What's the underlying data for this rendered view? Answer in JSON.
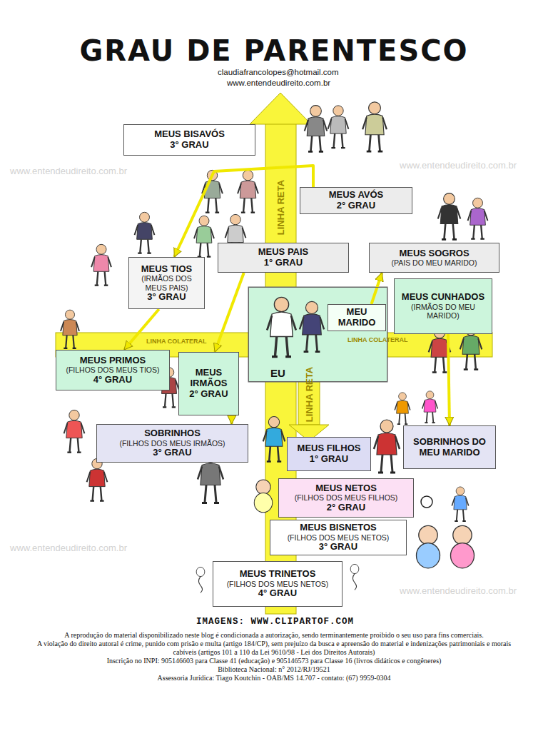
{
  "diagram": {
    "title": "GRAU DE PARENTESCO",
    "nodes": [
      {
        "text": [
          "MEUS BISAVÓS",
          "3° GRAU"
        ]
      },
      {
        "text": [
          "MEUS AVÓS",
          "2° GRAU"
        ]
      },
      {
        "text": [
          "MEUS PAIS",
          "1° GRAU"
        ]
      },
      {
        "text": [
          "MEUS SOGROS",
          "(PAIS DO MEU MARIDO)"
        ]
      },
      {
        "text": [
          "MEUS TIOS",
          "(IRMÃOS DOS MEUS PAIS)",
          "3° GRAU"
        ]
      },
      {
        "text": [
          "EU"
        ]
      },
      {
        "text": [
          "MEU MARIDO"
        ],
        "in": 5
      },
      {
        "text": [
          "MEUS CUNHADOS",
          "(IRMÃOS DO MEU MARIDO)"
        ]
      },
      {
        "text": [
          "MEUS PRIMOS",
          "(FILHOS DOS MEUS TIOS)",
          "4° GRAU"
        ]
      },
      {
        "text": [
          "MEUS IRMÃOS",
          "2° GRAU"
        ]
      },
      {
        "text": [
          "SOBRINHOS",
          "(FILHOS DOS MEUS IRMÃOS)",
          "3° GRAU"
        ]
      },
      {
        "text": [
          "MEUS FILHOS",
          "1° GRAU"
        ]
      },
      {
        "text": [
          "SOBRINHOS DO MEU MARIDO"
        ]
      },
      {
        "text": [
          "MEUS NETOS",
          "(FILHOS DOS MEUS FILHOS)",
          "2° GRAU"
        ]
      },
      {
        "text": [
          "MEUS BISNETOS",
          "(FILHOS DOS MEUS NETOS)",
          "3° GRAU"
        ]
      },
      {
        "text": [
          "MEUS TRINETOS",
          "(FILHOS DOS MEUS NETOS)",
          "4° GRAU"
        ]
      }
    ],
    "edges": [
      {
        "from": 1,
        "to": 4,
        "arrow": "to"
      },
      {
        "from": 4,
        "to": 8,
        "arrow": "to"
      },
      {
        "from": 2,
        "to": 9,
        "arrow": "to"
      },
      {
        "from": 9,
        "to": 10,
        "arrow": "to"
      },
      {
        "from": 6,
        "to": 3,
        "arrow": "to"
      },
      {
        "from": 7,
        "to": 12,
        "arrow": "to"
      }
    ],
    "labels": [
      "claudiafrancolopes@hotmail.com",
      "www.entendeudireito.com.br",
      "LINHA RETA",
      "LINHA COLATERAL",
      "LINHA COLATERAL",
      "LINHA RETA",
      "IMAGENS: WWW.CLIPARTOF.COM",
      "A reprodução do material disponibilizado neste blog é condicionada a autorização, sendo terminantemente proibido o seu uso para fins comerciais.",
      "A violação do direito autoral é crime, punido com prisão e multa (artigo 184/CP), sem prejuízo da busca e apreensão do material e indenizações patrimoniais e morais cabíveis (artigos 101 a 110 da Lei 9610/98 - Lei dos Direitos Autorais)",
      "Inscrição no INPI: 905146603 para Classe 41 (educação) e 905146573 para Classe 16 (livros didáticos e congêneres)",
      "Biblioteca Nacional: n° 2012/RJ/19521",
      "Assessoria Jurídica: Tiago Koutchin - OAB/MS 14.707 - contato: (67) 9959-0304",
      "www.entendeudireito.com.br",
      "www.entendeudireito.com.br",
      "www.entendeudireito.com.br",
      "www.entendeudireito.com.br"
    ]
  }
}
